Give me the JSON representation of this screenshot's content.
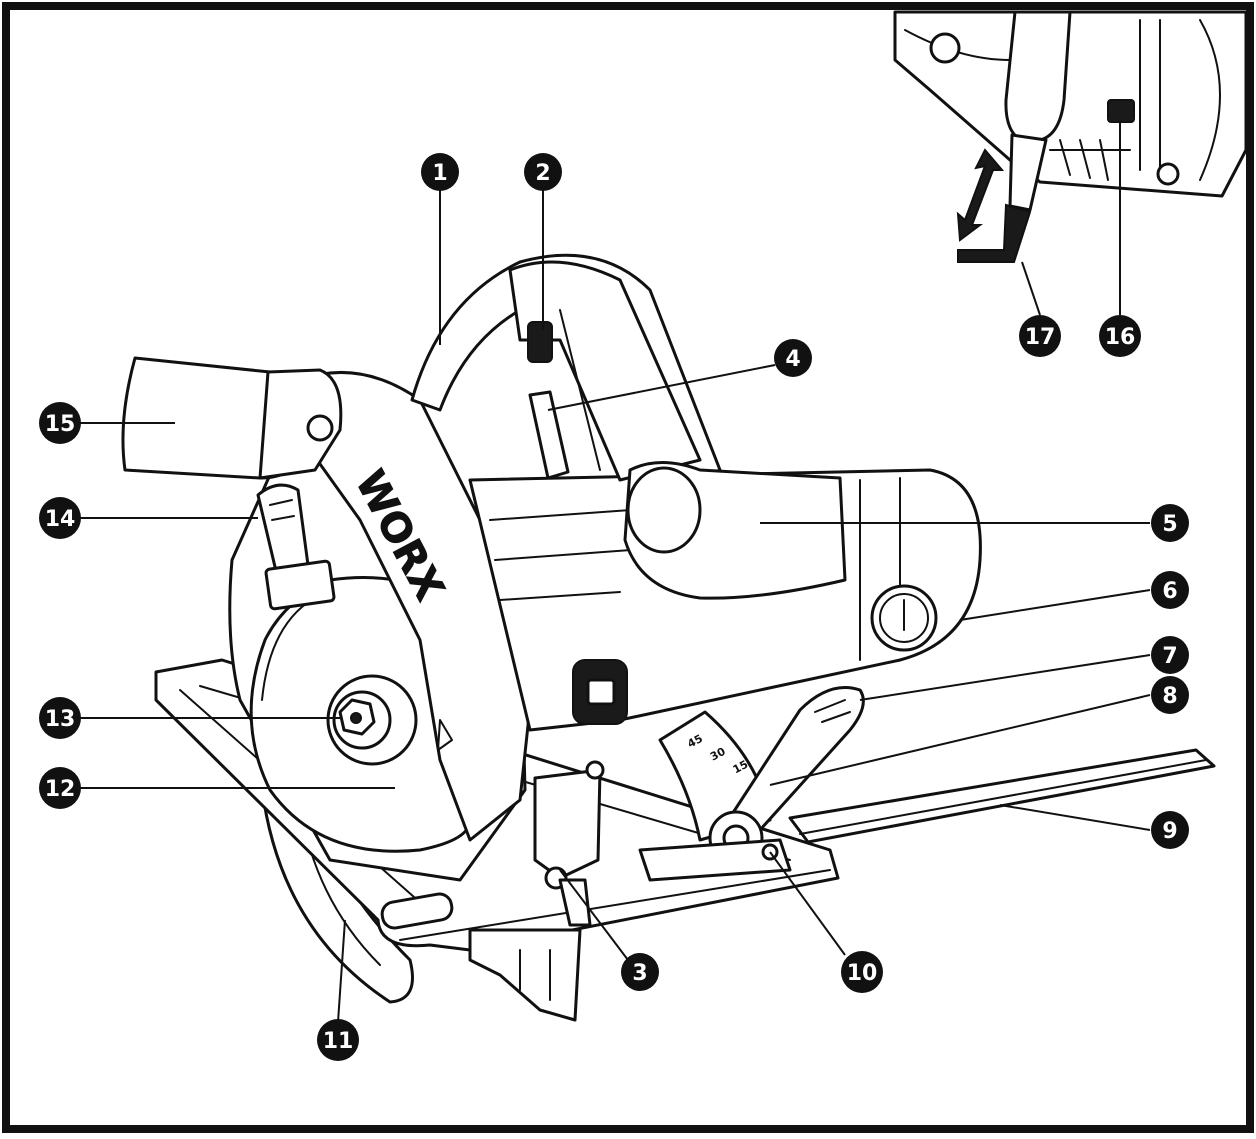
{
  "brand": {
    "label": "WORX"
  },
  "callouts": [
    {
      "num": "1"
    },
    {
      "num": "2"
    },
    {
      "num": "3"
    },
    {
      "num": "4"
    },
    {
      "num": "5"
    },
    {
      "num": "6"
    },
    {
      "num": "7"
    },
    {
      "num": "8"
    },
    {
      "num": "9"
    },
    {
      "num": "10"
    },
    {
      "num": "11"
    },
    {
      "num": "12"
    },
    {
      "num": "13"
    },
    {
      "num": "14"
    },
    {
      "num": "15"
    },
    {
      "num": "16"
    },
    {
      "num": "17"
    }
  ],
  "bevel_scale": {
    "ticks": [
      "45",
      "30",
      "15"
    ]
  }
}
